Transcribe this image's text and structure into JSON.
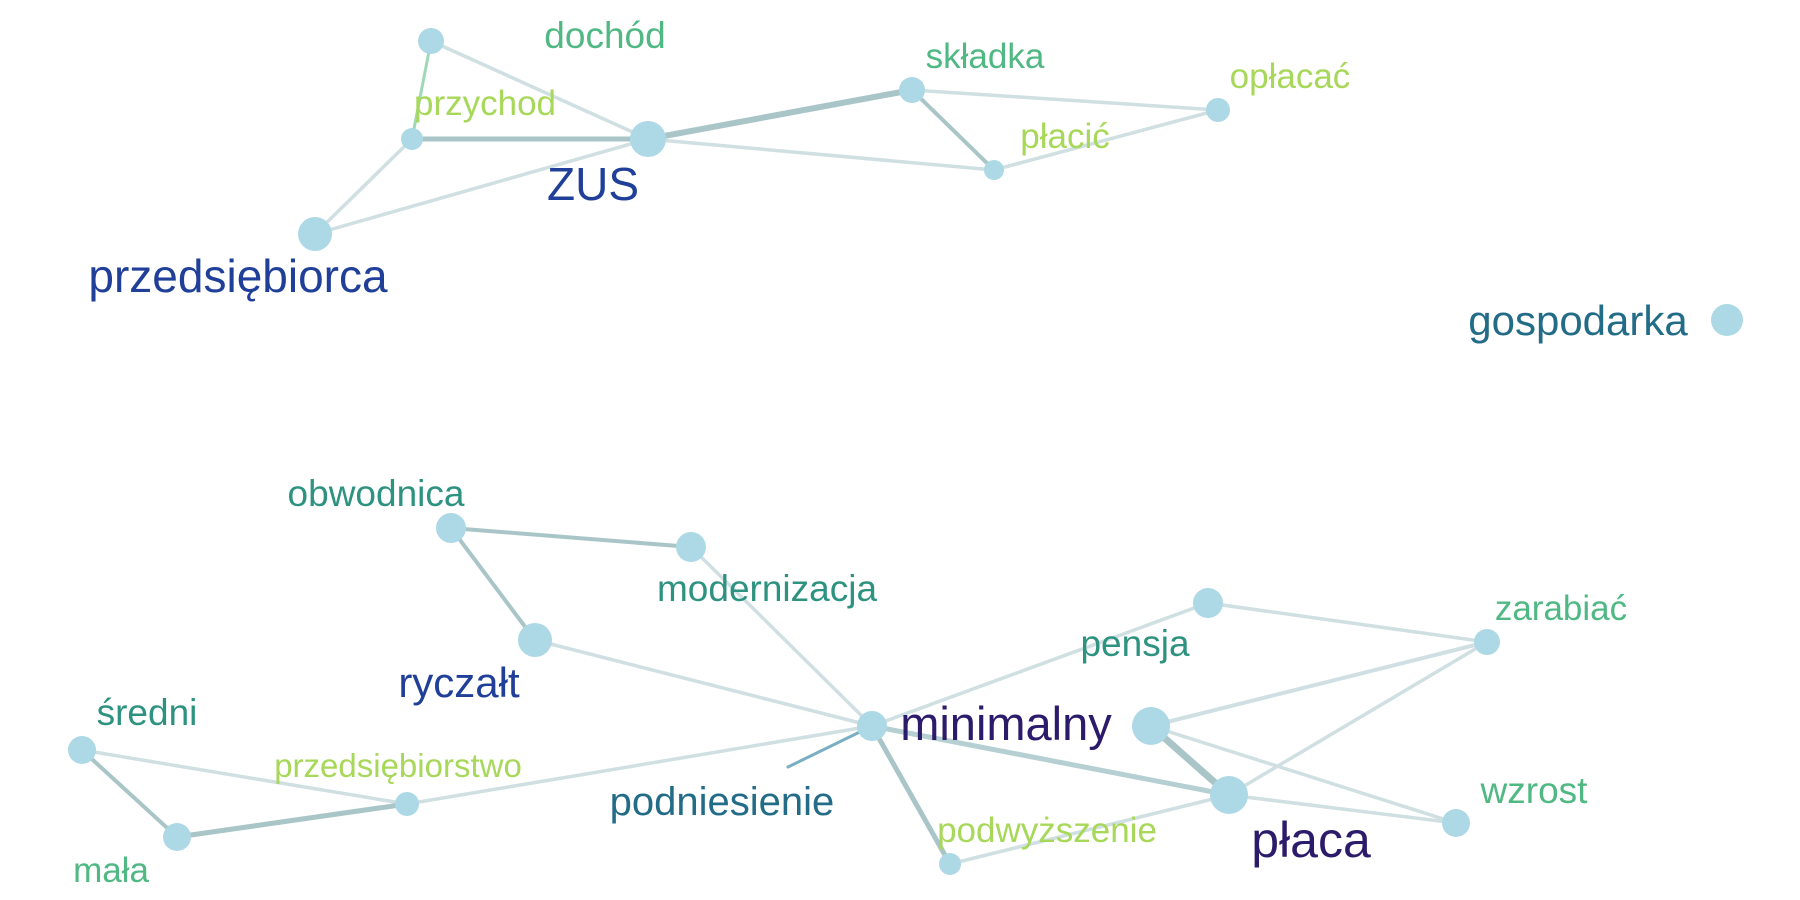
{
  "graph": {
    "nodes": [
      {
        "id": "dochod",
        "label": "dochód",
        "color": "#4fb883"
      },
      {
        "id": "przychod",
        "label": "przychod",
        "color": "#a8d85a"
      },
      {
        "id": "zus",
        "label": "ZUS",
        "color": "#1f3f99"
      },
      {
        "id": "przedsiebiorca",
        "label": "przedsiębiorca",
        "color": "#1f3f99"
      },
      {
        "id": "skladka",
        "label": "składka",
        "color": "#4fb883"
      },
      {
        "id": "oplacac",
        "label": "opłacać",
        "color": "#a8d85a"
      },
      {
        "id": "placic",
        "label": "płacić",
        "color": "#a8d85a"
      },
      {
        "id": "gospodarka",
        "label": "gospodarka",
        "color": "#236c88"
      },
      {
        "id": "obwodnica",
        "label": "obwodnica",
        "color": "#2e9280"
      },
      {
        "id": "modernizacja",
        "label": "modernizacja",
        "color": "#2e9280"
      },
      {
        "id": "ryczalt",
        "label": "ryczałt",
        "color": "#1f3f99"
      },
      {
        "id": "pensja",
        "label": "pensja",
        "color": "#2e9280"
      },
      {
        "id": "zarabiac",
        "label": "zarabiać",
        "color": "#4fb883"
      },
      {
        "id": "sredni",
        "label": "średni",
        "color": "#2e9280"
      },
      {
        "id": "przedsiebiorstwo",
        "label": "przedsiębiorstwo",
        "color": "#a8d85a"
      },
      {
        "id": "minimalny",
        "label": "minimalny",
        "color": "#2c1a6b"
      },
      {
        "id": "podniesienie",
        "label": "podniesienie",
        "color": "#236c88"
      },
      {
        "id": "wzrost",
        "label": "wzrost",
        "color": "#4fb883"
      },
      {
        "id": "podwyzszenie",
        "label": "podwyższenie",
        "color": "#a8d85a"
      },
      {
        "id": "placa",
        "label": "płaca",
        "color": "#2c1a6b"
      },
      {
        "id": "mala",
        "label": "mała",
        "color": "#4fb883"
      }
    ],
    "edges": [
      {
        "source": "przychod",
        "target": "dochod"
      },
      {
        "source": "przychod",
        "target": "zus"
      },
      {
        "source": "przychod",
        "target": "przedsiebiorca"
      },
      {
        "source": "dochod",
        "target": "zus"
      },
      {
        "source": "przedsiebiorca",
        "target": "zus"
      },
      {
        "source": "zus",
        "target": "skladka"
      },
      {
        "source": "zus",
        "target": "placic"
      },
      {
        "source": "skladka",
        "target": "placic"
      },
      {
        "source": "skladka",
        "target": "oplacac"
      },
      {
        "source": "placic",
        "target": "oplacac"
      },
      {
        "source": "obwodnica",
        "target": "modernizacja"
      },
      {
        "source": "obwodnica",
        "target": "ryczalt"
      },
      {
        "source": "modernizacja",
        "target": "minimalny"
      },
      {
        "source": "ryczalt",
        "target": "minimalny"
      },
      {
        "source": "sredni",
        "target": "mala"
      },
      {
        "source": "sredni",
        "target": "przedsiebiorstwo"
      },
      {
        "source": "mala",
        "target": "przedsiebiorstwo"
      },
      {
        "source": "przedsiebiorstwo",
        "target": "minimalny"
      },
      {
        "source": "minimalny",
        "target": "pensja"
      },
      {
        "source": "minimalny",
        "target": "podwyzszenie"
      },
      {
        "source": "minimalny",
        "target": "placa"
      },
      {
        "source": "minimalny",
        "target": "wzrost"
      },
      {
        "source": "podniesienie",
        "target": "minimalny"
      },
      {
        "source": "pensja",
        "target": "placa"
      },
      {
        "source": "pensja",
        "target": "zarabiac"
      },
      {
        "source": "placa",
        "target": "zarabiac"
      },
      {
        "source": "placa",
        "target": "wzrost"
      },
      {
        "source": "placa",
        "target": "podwyzszenie"
      }
    ]
  }
}
